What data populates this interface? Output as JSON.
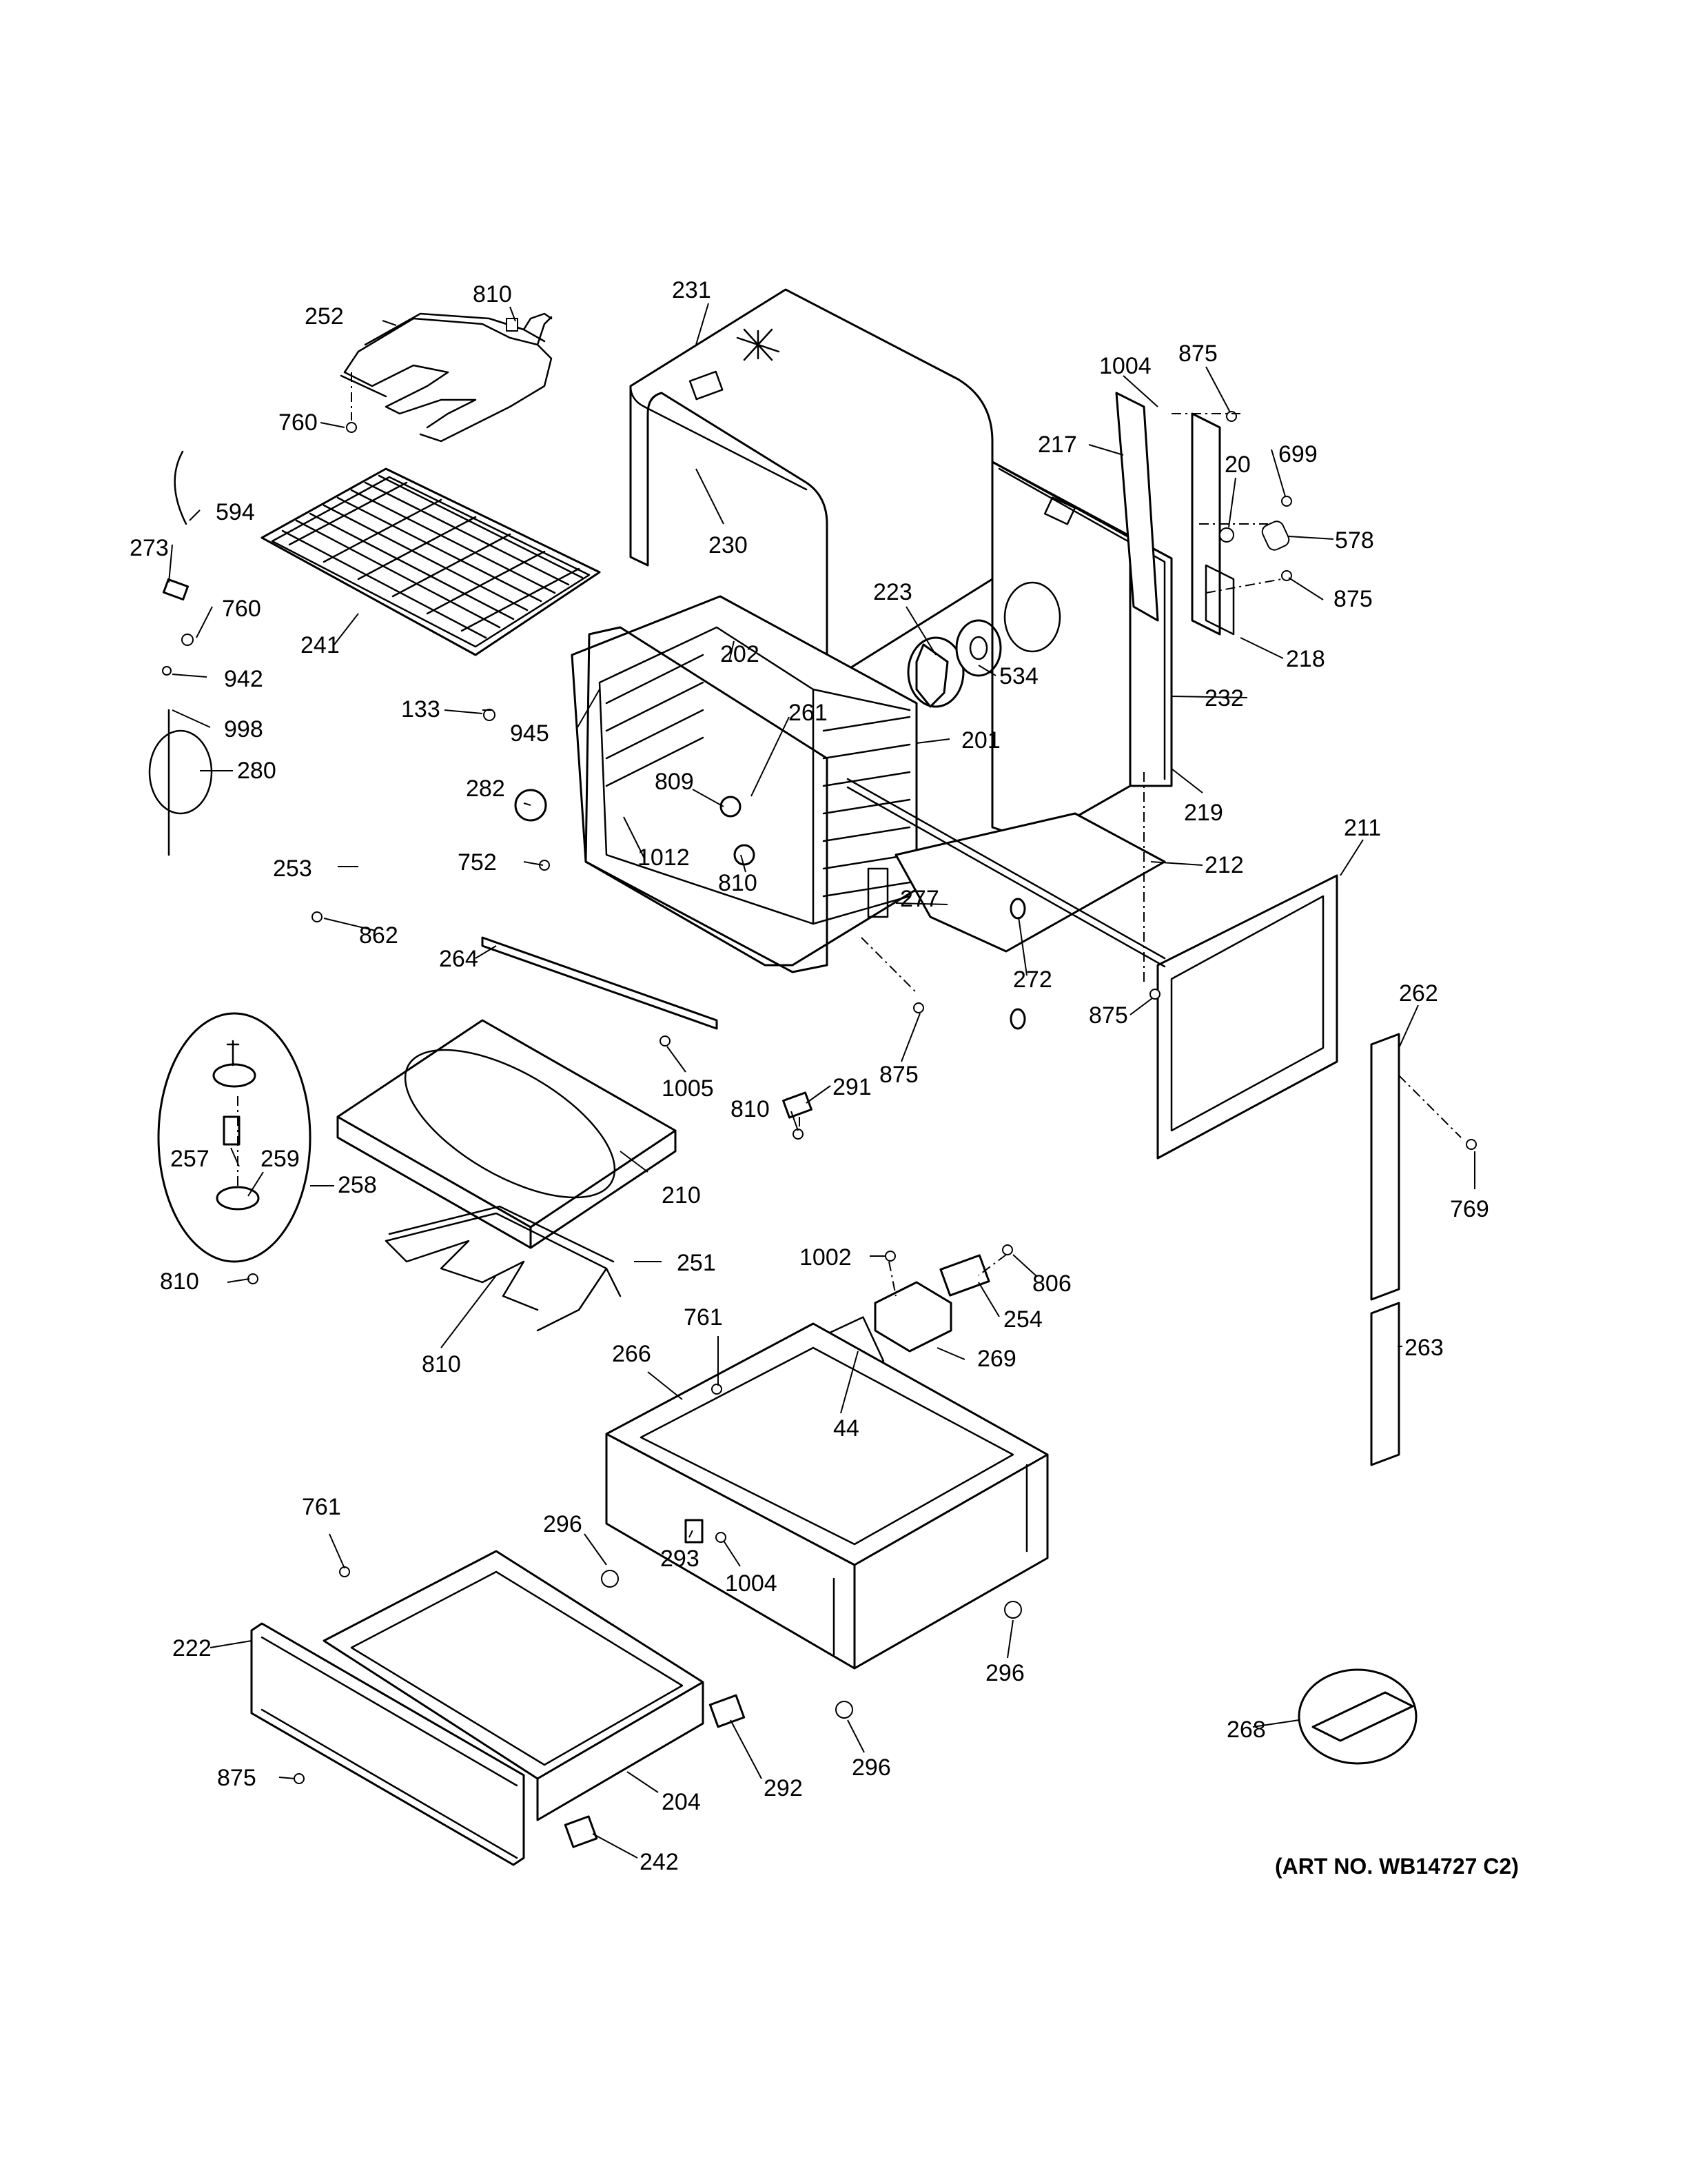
{
  "callouts": [
    {
      "id": "c810a",
      "text": "810"
    },
    {
      "id": "c252",
      "text": "252"
    },
    {
      "id": "c231",
      "text": "231"
    },
    {
      "id": "c760a",
      "text": "760"
    },
    {
      "id": "c594",
      "text": "594"
    },
    {
      "id": "c273",
      "text": "273"
    },
    {
      "id": "c760b",
      "text": "760"
    },
    {
      "id": "c241",
      "text": "241"
    },
    {
      "id": "c230",
      "text": "230"
    },
    {
      "id": "c942",
      "text": "942"
    },
    {
      "id": "c998",
      "text": "998"
    },
    {
      "id": "c280",
      "text": "280"
    },
    {
      "id": "c133",
      "text": "133"
    },
    {
      "id": "c945",
      "text": "945"
    },
    {
      "id": "c202",
      "text": "202"
    },
    {
      "id": "c261",
      "text": "261"
    },
    {
      "id": "c223",
      "text": "223"
    },
    {
      "id": "c534",
      "text": "534"
    },
    {
      "id": "c201",
      "text": "201"
    },
    {
      "id": "c282",
      "text": "282"
    },
    {
      "id": "c809",
      "text": "809"
    },
    {
      "id": "c1012",
      "text": "1012"
    },
    {
      "id": "c810b",
      "text": "810"
    },
    {
      "id": "c253",
      "text": "253"
    },
    {
      "id": "c752",
      "text": "752"
    },
    {
      "id": "c862",
      "text": "862"
    },
    {
      "id": "c264",
      "text": "264"
    },
    {
      "id": "c277",
      "text": "277"
    },
    {
      "id": "c272",
      "text": "272"
    },
    {
      "id": "c1004a",
      "text": "1004"
    },
    {
      "id": "c875a",
      "text": "875"
    },
    {
      "id": "c217",
      "text": "217"
    },
    {
      "id": "c20",
      "text": "20"
    },
    {
      "id": "c699",
      "text": "699"
    },
    {
      "id": "c578",
      "text": "578"
    },
    {
      "id": "c875b",
      "text": "875"
    },
    {
      "id": "c218",
      "text": "218"
    },
    {
      "id": "c232",
      "text": "232"
    },
    {
      "id": "c219",
      "text": "219"
    },
    {
      "id": "c212",
      "text": "212"
    },
    {
      "id": "c211",
      "text": "211"
    },
    {
      "id": "c875c",
      "text": "875"
    },
    {
      "id": "c262",
      "text": "262"
    },
    {
      "id": "c769",
      "text": "769"
    },
    {
      "id": "c1005",
      "text": "1005"
    },
    {
      "id": "c291",
      "text": "291"
    },
    {
      "id": "c875d",
      "text": "875"
    },
    {
      "id": "c810c",
      "text": "810"
    },
    {
      "id": "c257",
      "text": "257"
    },
    {
      "id": "c259",
      "text": "259"
    },
    {
      "id": "c258",
      "text": "258"
    },
    {
      "id": "c210",
      "text": "210"
    },
    {
      "id": "c810d",
      "text": "810"
    },
    {
      "id": "c251",
      "text": "251"
    },
    {
      "id": "c810e",
      "text": "810"
    },
    {
      "id": "c1002",
      "text": "1002"
    },
    {
      "id": "c806",
      "text": "806"
    },
    {
      "id": "c254",
      "text": "254"
    },
    {
      "id": "c761a",
      "text": "761"
    },
    {
      "id": "c266",
      "text": "266"
    },
    {
      "id": "c269",
      "text": "269"
    },
    {
      "id": "c44",
      "text": "44"
    },
    {
      "id": "c263",
      "text": "263"
    },
    {
      "id": "c761b",
      "text": "761"
    },
    {
      "id": "c296a",
      "text": "296"
    },
    {
      "id": "c293",
      "text": "293"
    },
    {
      "id": "c1004b",
      "text": "1004"
    },
    {
      "id": "c222",
      "text": "222"
    },
    {
      "id": "c296b",
      "text": "296"
    },
    {
      "id": "c268",
      "text": "268"
    },
    {
      "id": "c296c",
      "text": "296"
    },
    {
      "id": "c875e",
      "text": "875"
    },
    {
      "id": "c292",
      "text": "292"
    },
    {
      "id": "c204",
      "text": "204"
    },
    {
      "id": "c242",
      "text": "242"
    }
  ],
  "art_number": "(ART NO. WB14727 C2)"
}
